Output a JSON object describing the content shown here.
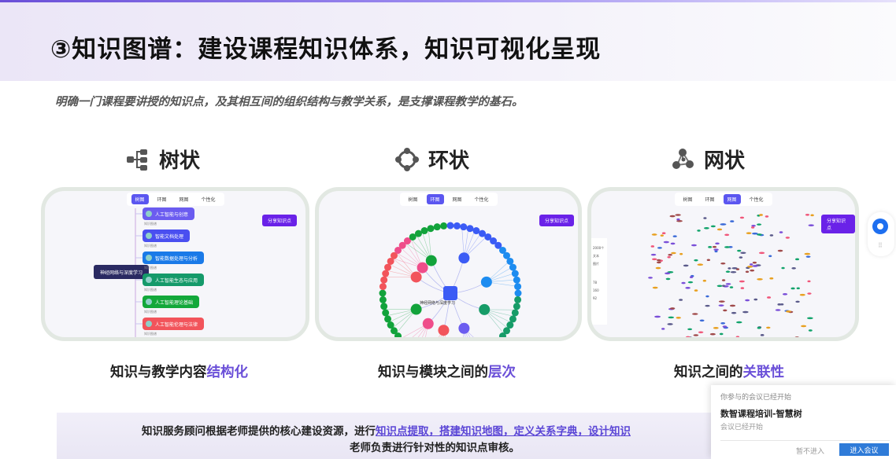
{
  "header": {
    "title": "③知识图谱：建设课程知识体系，知识可视化呈现",
    "subtitle": "明确一门课程要讲授的知识点，及其相互间的组织结构与教学关系，是支撑课程教学的基石。"
  },
  "sections": [
    {
      "label": "树状",
      "icon": "tree-icon",
      "caption_plain": "知识与教学内容",
      "caption_highlight": "结构化"
    },
    {
      "label": "环状",
      "icon": "ring-icon",
      "caption_plain": "知识与模块之间的",
      "caption_highlight": "层次"
    },
    {
      "label": "网状",
      "icon": "network-icon",
      "caption_plain": "知识之间的",
      "caption_highlight": "关联性"
    }
  ],
  "panel_tabs": [
    "树图",
    "环图",
    "网图",
    "个性化"
  ],
  "share_label": "分享知识点",
  "tree": {
    "root": "神经网络与深度学习",
    "nodes": [
      {
        "label": "人工智能与创意",
        "color": "#6b5cf0"
      },
      {
        "label": "智能文档处理",
        "color": "#4a4ff0"
      },
      {
        "label": "智能数据处理与分析",
        "color": "#1a7ae8"
      },
      {
        "label": "人工智能生态与应用",
        "color": "#159a6a"
      },
      {
        "label": "人工智能理论基础",
        "color": "#13a83a"
      },
      {
        "label": "人工智能伦理与法律",
        "color": "#f2545b"
      }
    ],
    "node_sub": "知识图谱"
  },
  "ring": {
    "center": "神经网络与深度学习"
  },
  "network": {
    "side_labels": [
      "2000个",
      "文本",
      "图片",
      "78",
      "160",
      "92"
    ]
  },
  "bottom": {
    "line1_plain": "知识服务顾问根据老师提供的核心建设资源，进行",
    "line1_link": "知识点提取，搭建知识地图，定义关系字典，设计知识",
    "line2": "老师负责进行针对性的知识点审核。"
  },
  "popup": {
    "notice": "你参与的会议已经开始",
    "meeting": "数智课程培训-智慧树",
    "status": "会议已经开始",
    "decline": "暂不进入",
    "join": "进入会议"
  }
}
